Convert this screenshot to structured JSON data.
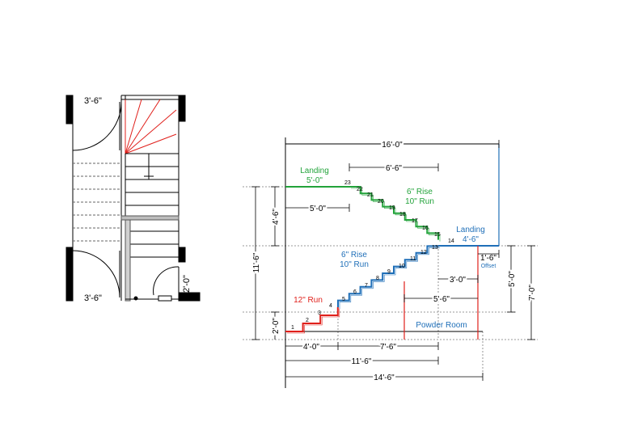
{
  "plan": {
    "top_width": "3'-6\"",
    "bottom_width": "3'-6\"",
    "door_width": "2'-0\""
  },
  "elevation": {
    "overall_top": "16'-0\"",
    "upper_run": "6'-6\"",
    "upper_landing_label": "Landing",
    "upper_landing_size": "5'-0\"",
    "upper_landing_dim": "5'-0\"",
    "upper_spec_rise": "6\" Rise",
    "upper_spec_run": "10\" Run",
    "mid_spec_rise": "6\" Rise",
    "mid_spec_run": "10\" Run",
    "mid_landing_label": "Landing",
    "mid_landing_size": "4'-6\"",
    "offset_dim": "1'-6\"",
    "offset_label": "Offset",
    "landing_run": "3'-0\"",
    "red_label": "12\" Run",
    "left_height": "11'-6\"",
    "upper_height": "4'-6\"",
    "lower_height": "2'-0\"",
    "right_5": "5'-0\"",
    "right_7": "7'-0\"",
    "dim_5_6": "5'-6\"",
    "powder_room": "Powder Room",
    "dim_4_0": "4'-0\"",
    "dim_7_6": "7'-6\"",
    "dim_11_6": "11'-6\"",
    "dim_14_6": "14'-6\"",
    "step_numbers": [
      "1",
      "2",
      "3",
      "4",
      "5",
      "6",
      "7",
      "8",
      "9",
      "10",
      "11",
      "12",
      "13",
      "14",
      "15",
      "16",
      "17",
      "18",
      "19",
      "20",
      "21",
      "22",
      "23"
    ]
  },
  "colors": {
    "red": "#e0201b",
    "blue": "#1f6fb8",
    "green": "#22a33a",
    "line": "#000000",
    "guide": "#7a7a7a"
  }
}
